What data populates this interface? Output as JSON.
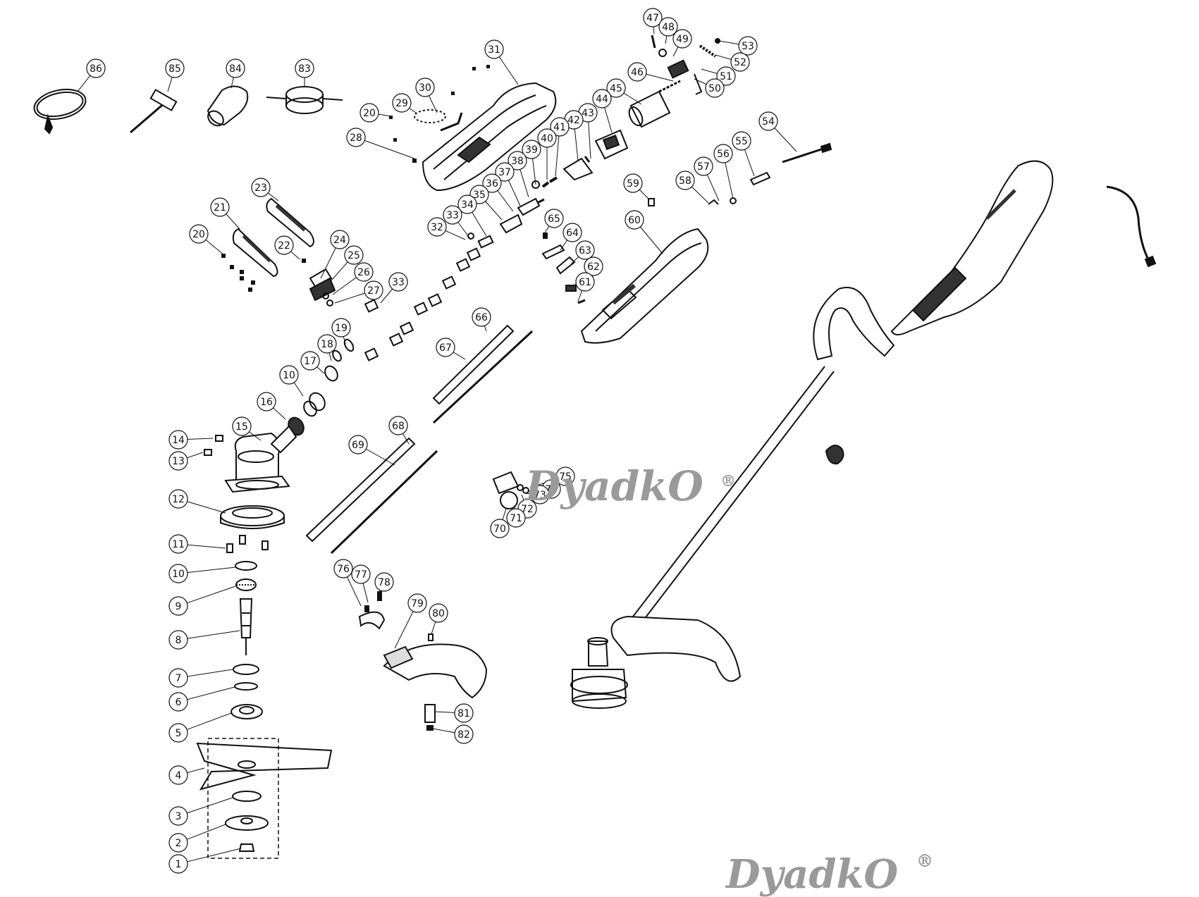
{
  "watermark": {
    "brand": "DyadkO",
    "mark": "®"
  },
  "callouts": [
    {
      "id": "c86",
      "label": "86"
    },
    {
      "id": "c85",
      "label": "85"
    },
    {
      "id": "c84",
      "label": "84"
    },
    {
      "id": "c83",
      "label": "83"
    },
    {
      "id": "c31",
      "label": "31"
    },
    {
      "id": "c30",
      "label": "30"
    },
    {
      "id": "c29",
      "label": "29"
    },
    {
      "id": "c20a",
      "label": "20"
    },
    {
      "id": "c28",
      "label": "28"
    },
    {
      "id": "c47",
      "label": "47"
    },
    {
      "id": "c48",
      "label": "48"
    },
    {
      "id": "c49",
      "label": "49"
    },
    {
      "id": "c53",
      "label": "53"
    },
    {
      "id": "c52",
      "label": "52"
    },
    {
      "id": "c51",
      "label": "51"
    },
    {
      "id": "c50",
      "label": "50"
    },
    {
      "id": "c46",
      "label": "46"
    },
    {
      "id": "c45",
      "label": "45"
    },
    {
      "id": "c44",
      "label": "44"
    },
    {
      "id": "c43",
      "label": "43"
    },
    {
      "id": "c42",
      "label": "42"
    },
    {
      "id": "c41",
      "label": "41"
    },
    {
      "id": "c40",
      "label": "40"
    },
    {
      "id": "c39",
      "label": "39"
    },
    {
      "id": "c38",
      "label": "38"
    },
    {
      "id": "c37",
      "label": "37"
    },
    {
      "id": "c36",
      "label": "36"
    },
    {
      "id": "c35",
      "label": "35"
    },
    {
      "id": "c34",
      "label": "34"
    },
    {
      "id": "c33",
      "label": "33"
    },
    {
      "id": "c32",
      "label": "32"
    },
    {
      "id": "c54",
      "label": "54"
    },
    {
      "id": "c55",
      "label": "55"
    },
    {
      "id": "c56",
      "label": "56"
    },
    {
      "id": "c57",
      "label": "57"
    },
    {
      "id": "c58",
      "label": "58"
    },
    {
      "id": "c59",
      "label": "59"
    },
    {
      "id": "c60",
      "label": "60"
    },
    {
      "id": "c65",
      "label": "65"
    },
    {
      "id": "c64",
      "label": "64"
    },
    {
      "id": "c63",
      "label": "63"
    },
    {
      "id": "c62",
      "label": "62"
    },
    {
      "id": "c61",
      "label": "61"
    },
    {
      "id": "c23",
      "label": "23"
    },
    {
      "id": "c21",
      "label": "21"
    },
    {
      "id": "c20b",
      "label": "20"
    },
    {
      "id": "c22",
      "label": "22"
    },
    {
      "id": "c24",
      "label": "24"
    },
    {
      "id": "c25",
      "label": "25"
    },
    {
      "id": "c26",
      "label": "26"
    },
    {
      "id": "c27",
      "label": "27"
    },
    {
      "id": "c33b",
      "label": "33"
    },
    {
      "id": "c19",
      "label": "19"
    },
    {
      "id": "c18",
      "label": "18"
    },
    {
      "id": "c17",
      "label": "17"
    },
    {
      "id": "c10a",
      "label": "10"
    },
    {
      "id": "c16",
      "label": "16"
    },
    {
      "id": "c66",
      "label": "66"
    },
    {
      "id": "c67",
      "label": "67"
    },
    {
      "id": "c14",
      "label": "14"
    },
    {
      "id": "c13",
      "label": "13"
    },
    {
      "id": "c15",
      "label": "15"
    },
    {
      "id": "c12",
      "label": "12"
    },
    {
      "id": "c68",
      "label": "68"
    },
    {
      "id": "c69",
      "label": "69"
    },
    {
      "id": "c11",
      "label": "11"
    },
    {
      "id": "c10b",
      "label": "10"
    },
    {
      "id": "c9",
      "label": "9"
    },
    {
      "id": "c8",
      "label": "8"
    },
    {
      "id": "c7",
      "label": "7"
    },
    {
      "id": "c6",
      "label": "6"
    },
    {
      "id": "c5",
      "label": "5"
    },
    {
      "id": "c4",
      "label": "4"
    },
    {
      "id": "c3",
      "label": "3"
    },
    {
      "id": "c2",
      "label": "2"
    },
    {
      "id": "c1",
      "label": "1"
    },
    {
      "id": "c75",
      "label": "75"
    },
    {
      "id": "c74",
      "label": "74"
    },
    {
      "id": "c73",
      "label": "73"
    },
    {
      "id": "c72",
      "label": "72"
    },
    {
      "id": "c71",
      "label": "71"
    },
    {
      "id": "c70",
      "label": "70"
    },
    {
      "id": "c76",
      "label": "76"
    },
    {
      "id": "c77",
      "label": "77"
    },
    {
      "id": "c78",
      "label": "78"
    },
    {
      "id": "c79",
      "label": "79"
    },
    {
      "id": "c80",
      "label": "80"
    },
    {
      "id": "c81",
      "label": "81"
    },
    {
      "id": "c82",
      "label": "82"
    }
  ]
}
